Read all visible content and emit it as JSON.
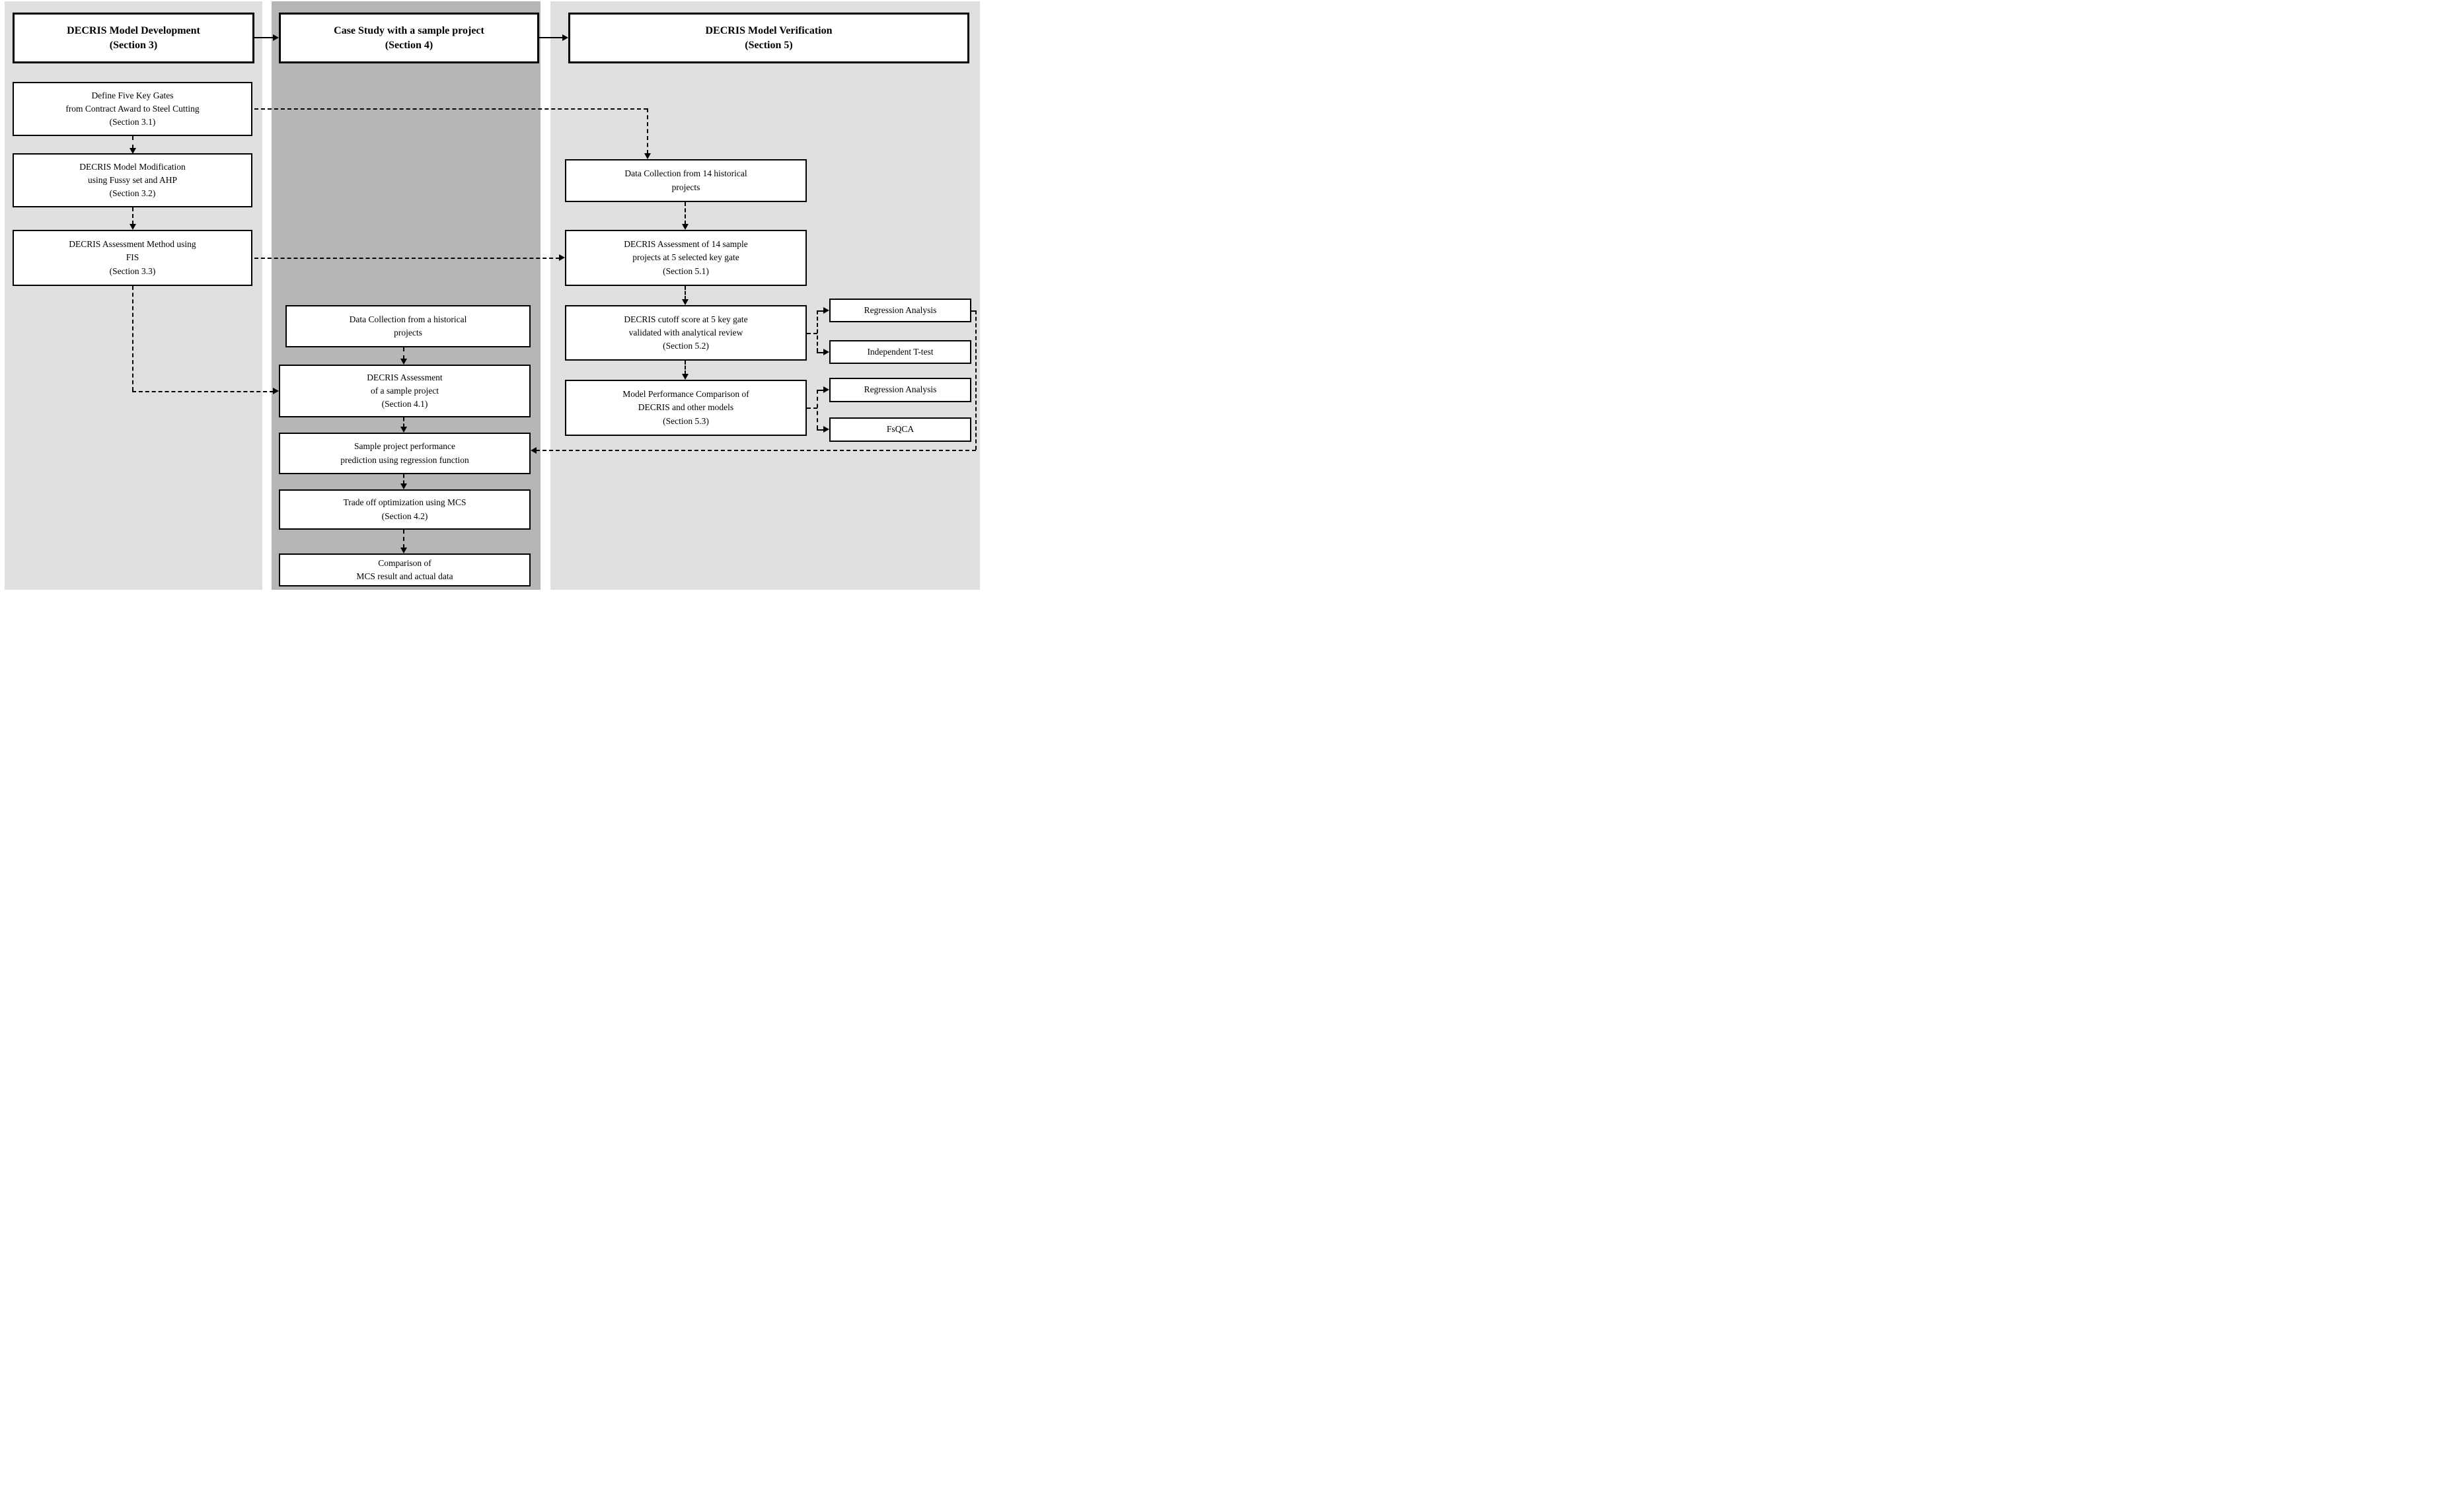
{
  "figure": {
    "type": "flowchart",
    "headers": {
      "development": "DECRIS Model Development\n(Section 3)",
      "case_study": "Case Study with a sample project\n(Section 4)",
      "verification": "DECRIS Model Verification\n(Section 5)"
    },
    "development_boxes": {
      "define_gates": "Define Five Key Gates\nfrom Contract Award to Steel Cutting\n(Section 3.1)",
      "model_modification": "DECRIS Model Modification\nusing Fussy set and AHP\n(Section 3.2)",
      "assessment_method": "DECRIS Assessment Method using\nFIS\n(Section 3.3)"
    },
    "case_study_boxes": {
      "data_collection": "Data Collection from a historical\nprojects",
      "assessment_sample": "DECRIS Assessment\nof a sample project\n(Section 4.1)",
      "performance_prediction": "Sample project performance\nprediction using regression function",
      "trade_off": "Trade off optimization using MCS\n(Section 4.2)",
      "comparison": "Comparison of\nMCS result and actual data"
    },
    "verification_boxes": {
      "data_collection_14": "Data Collection from 14 historical\nprojects",
      "assessment_14": "DECRIS Assessment of 14 sample\nprojects at 5 selected key gate\n(Section 5.1)",
      "cutoff_score": "DECRIS cutoff score at 5 key gate\nvalidated with analytical review\n(Section 5.2)",
      "model_comparison": "Model Performance Comparison of\nDECRIS and other models\n(Section 5.3)"
    },
    "method_boxes": {
      "regression_1": "Regression Analysis",
      "t_test": "Independent T-test",
      "regression_2": "Regression Analysis",
      "fsqca": "FsQCA"
    },
    "colors": {
      "panel_light": "#dfdfdf",
      "panel_dark": "#b6b6b6",
      "box_background": "#ffffff",
      "line": "#000000"
    },
    "edges": [
      {
        "from": "development",
        "to": "case_study",
        "style": "solid-arrow"
      },
      {
        "from": "case_study",
        "to": "verification",
        "style": "solid-arrow"
      },
      {
        "from": "define_gates",
        "to": "model_modification",
        "style": "dashed-arrow"
      },
      {
        "from": "model_modification",
        "to": "assessment_method",
        "style": "dashed-arrow"
      },
      {
        "from": "define_gates",
        "to": "data_collection_14",
        "style": "dashed-arrow"
      },
      {
        "from": "assessment_method",
        "to": "assessment_14",
        "style": "dashed-arrow"
      },
      {
        "from": "assessment_method",
        "to": "assessment_sample",
        "style": "dashed-arrow"
      },
      {
        "from": "data_collection",
        "to": "assessment_sample",
        "style": "dashed-arrow"
      },
      {
        "from": "assessment_sample",
        "to": "performance_prediction",
        "style": "dashed-arrow"
      },
      {
        "from": "performance_prediction",
        "to": "trade_off",
        "style": "dashed-arrow"
      },
      {
        "from": "trade_off",
        "to": "comparison",
        "style": "dashed-arrow"
      },
      {
        "from": "data_collection_14",
        "to": "assessment_14",
        "style": "dashed-arrow"
      },
      {
        "from": "assessment_14",
        "to": "cutoff_score",
        "style": "dashed-arrow"
      },
      {
        "from": "cutoff_score",
        "to": "model_comparison",
        "style": "dashed-arrow"
      },
      {
        "from": "cutoff_score",
        "to": "regression_1",
        "style": "dashed-arrow"
      },
      {
        "from": "cutoff_score",
        "to": "t_test",
        "style": "dashed-arrow"
      },
      {
        "from": "model_comparison",
        "to": "regression_2",
        "style": "dashed-arrow"
      },
      {
        "from": "model_comparison",
        "to": "fsqca",
        "style": "dashed-arrow"
      },
      {
        "from": "regression_1",
        "to": "performance_prediction",
        "style": "dashed-arrow"
      }
    ]
  }
}
